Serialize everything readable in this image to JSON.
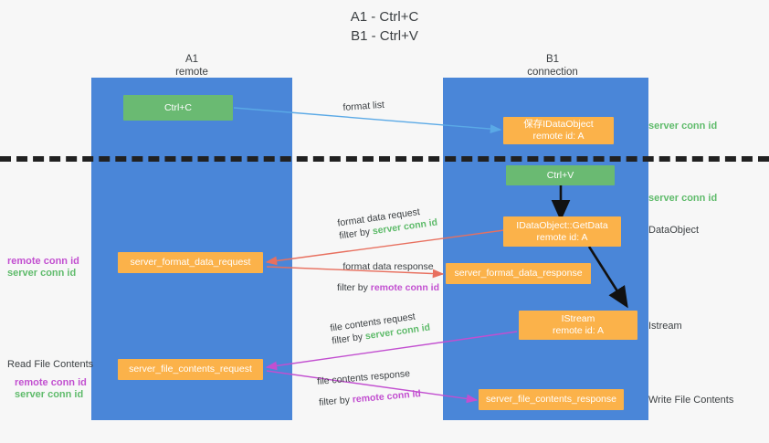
{
  "title": {
    "line1": "A1 - Ctrl+C",
    "line2": "B1 - Ctrl+V"
  },
  "columns": [
    {
      "name": "A1",
      "subtitle": "remote"
    },
    {
      "name": "B1",
      "subtitle": "connection"
    }
  ],
  "colors": {
    "lane": "#4a86d8",
    "green_node": "#6aba72",
    "orange_node": "#fbb24a",
    "server_conn_id": "#5fbb6b",
    "remote_conn_id": "#c24fd0",
    "arrow_blue": "#5aa9e6",
    "arrow_red": "#e8705f",
    "arrow_magenta": "#c24fd0",
    "arrow_black": "#000000",
    "background": "#f7f7f7"
  },
  "nodes": {
    "ctrl_c": {
      "label": "Ctrl+C"
    },
    "ctrl_v": {
      "label": "Ctrl+V"
    },
    "save_idataobject": {
      "line1": "保存IDataObject",
      "line2": "remote id: A"
    },
    "getdata": {
      "line1": "IDataObject::GetData",
      "line2": "remote id: A"
    },
    "istream": {
      "line1": "IStream",
      "line2": "remote id: A"
    },
    "server_format_data_request": {
      "label": "server_format_data_request"
    },
    "server_format_data_response": {
      "label": "server_format_data_response"
    },
    "server_file_contents_request": {
      "label": "server_file_contents_request"
    },
    "server_file_contents_response": {
      "label": "server_file_contents_response"
    }
  },
  "right_labels": {
    "server_conn_id_top": "server conn id",
    "server_conn_id_mid": "server conn id",
    "dataobject": "DataObject",
    "istream": "Istream",
    "write_file_contents": "Write File Contents"
  },
  "left_labels": {
    "remote_conn_id_mid": "remote conn id",
    "server_conn_id_mid": "server conn id",
    "read_file_contents": "Read File Contents",
    "remote_conn_id_bottom": "remote conn id",
    "server_conn_id_bottom": "server conn id"
  },
  "arrow_labels": {
    "format_list": "format list",
    "format_data_request": "format data request",
    "format_data_request_filter_prefix": "filter by ",
    "format_data_request_filter_value": "server conn id",
    "format_data_response": "format data response",
    "format_data_response_filter_prefix": "filter by ",
    "format_data_response_filter_value": "remote conn id",
    "file_contents_request": "file contents request",
    "file_contents_request_filter_prefix": "filter by ",
    "file_contents_request_filter_value": "server conn id",
    "file_contents_response": "file contents response",
    "file_contents_response_filter_prefix": "filter by ",
    "file_contents_response_filter_value": "remote conn id"
  }
}
